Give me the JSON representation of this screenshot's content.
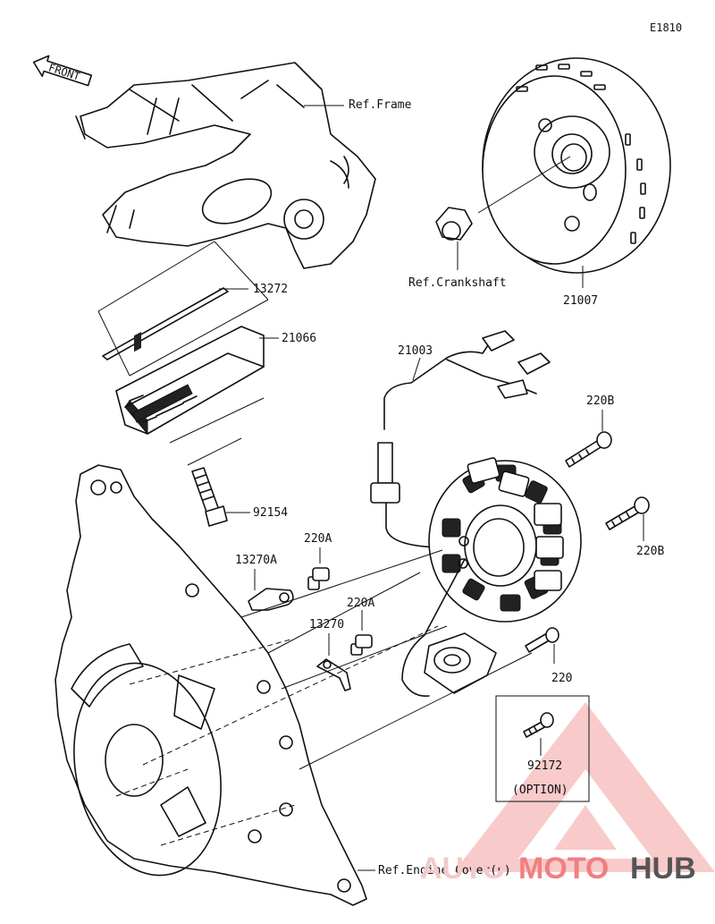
{
  "diagram_code": "E1810",
  "front_label": "FRONT",
  "labels": {
    "ref_frame": "Ref.Frame",
    "p13272": "13272",
    "p21066": "21066",
    "p92154": "92154",
    "p21003": "21003",
    "p220b_top": "220B",
    "p220b_right": "220B",
    "p220a_top": "220A",
    "p220a_mid": "220A",
    "p13270a": "13270A",
    "p13270": "13270",
    "p220": "220",
    "p92172": "92172",
    "option": "(OPTION)",
    "ref_crankshaft": "Ref.Crankshaft",
    "p21007": "21007",
    "ref_engine_cover": "Ref.Engine Cover(s)"
  },
  "watermark": {
    "part1": "AUTO",
    "part2": "MOTO",
    "part3": "HUB",
    "color1": "#f5c9c9",
    "color2": "#f08080",
    "color3": "#555555"
  }
}
